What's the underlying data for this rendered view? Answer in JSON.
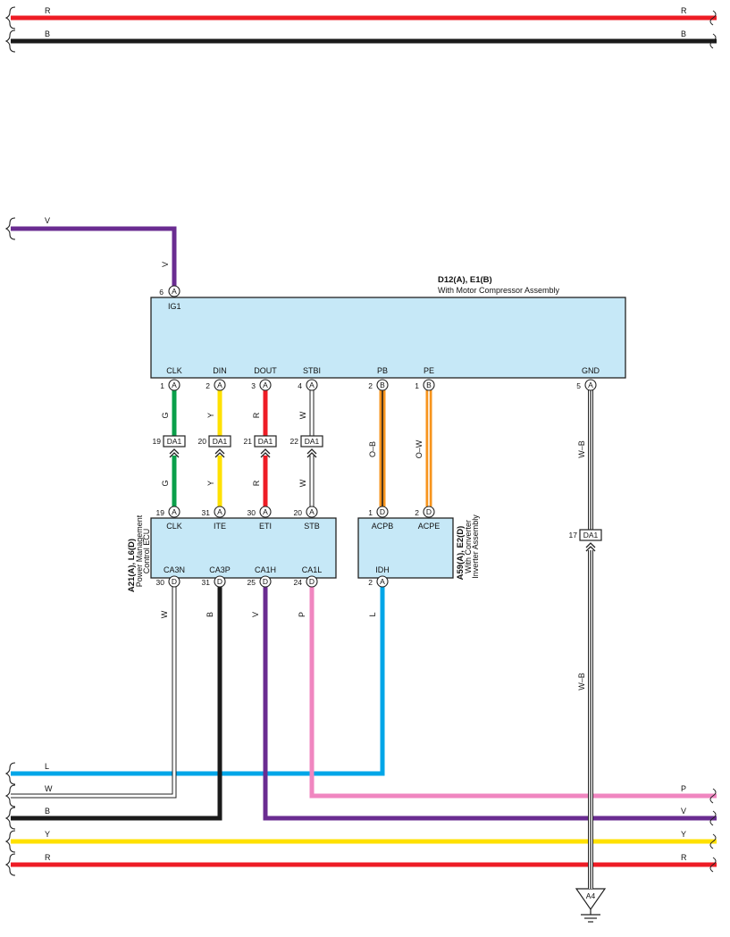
{
  "colors": {
    "R": "#ee1c25",
    "B": "#1a1a1a",
    "V": "#6a2c91",
    "G": "#0aa04a",
    "Y": "#ffe100",
    "W": "#ffffff",
    "L": "#00a6e8",
    "P": "#f086c0",
    "O": "#f7941d",
    "box": "#c6e8f7",
    "outline": "#222222"
  },
  "top_wires": [
    {
      "label_left": "R",
      "label_right": "R",
      "color": "R"
    },
    {
      "label_left": "B",
      "label_right": "B",
      "color": "B"
    }
  ],
  "ig1_wire": {
    "label_left": "V",
    "label_vertical": "V"
  },
  "compressor": {
    "title": "D12(A), E1(B)",
    "subtitle": "With Motor Compressor Assembly",
    "ig1": {
      "pin": "6",
      "conn": "A",
      "name": "IG1"
    },
    "pins": [
      {
        "name": "CLK",
        "pin": "1",
        "conn": "A"
      },
      {
        "name": "DIN",
        "pin": "2",
        "conn": "A"
      },
      {
        "name": "DOUT",
        "pin": "3",
        "conn": "A"
      },
      {
        "name": "STBI",
        "pin": "4",
        "conn": "A"
      },
      {
        "name": "PB",
        "pin": "2",
        "conn": "B"
      },
      {
        "name": "PE",
        "pin": "1",
        "conn": "B"
      },
      {
        "name": "GND",
        "pin": "5",
        "conn": "A"
      }
    ]
  },
  "junctions": [
    {
      "pin": "19",
      "label": "DA1",
      "wire_top": "G",
      "wire_bottom": "G"
    },
    {
      "pin": "20",
      "label": "DA1",
      "wire_top": "Y",
      "wire_bottom": "Y"
    },
    {
      "pin": "21",
      "label": "DA1",
      "wire_top": "R",
      "wire_bottom": "R"
    },
    {
      "pin": "22",
      "label": "DA1",
      "wire_top": "W",
      "wire_bottom": "W"
    }
  ],
  "pb_wire": "O–B",
  "pe_wire": "O–W",
  "gnd_junction": {
    "pin": "17",
    "label": "DA1",
    "wire_top": "W–B",
    "wire_bottom": "W–B"
  },
  "ground": {
    "label": "A4"
  },
  "ecu": {
    "title": "A21(A), L6(D)",
    "line1": "Power Management",
    "line2": "Control ECU",
    "top_pins": [
      {
        "name": "CLK",
        "pin": "19",
        "conn": "A"
      },
      {
        "name": "ITE",
        "pin": "31",
        "conn": "A"
      },
      {
        "name": "ETI",
        "pin": "30",
        "conn": "A"
      },
      {
        "name": "STB",
        "pin": "20",
        "conn": "A"
      }
    ],
    "bottom_pins": [
      {
        "name": "CA3N",
        "pin": "30",
        "conn": "D",
        "wire": "W"
      },
      {
        "name": "CA3P",
        "pin": "31",
        "conn": "D",
        "wire": "B"
      },
      {
        "name": "CA1H",
        "pin": "25",
        "conn": "D",
        "wire": "V"
      },
      {
        "name": "CA1L",
        "pin": "24",
        "conn": "D",
        "wire": "P"
      }
    ]
  },
  "inverter": {
    "title": "A59(A), E2(D)",
    "line1": "With Converter",
    "line2": "Inverter Assembly",
    "top_pins": [
      {
        "name": "ACPB",
        "pin": "1",
        "conn": "D"
      },
      {
        "name": "ACPE",
        "pin": "2",
        "conn": "D"
      }
    ],
    "bottom_pins": [
      {
        "name": "IDH",
        "pin": "2",
        "conn": "A",
        "wire": "L"
      }
    ]
  },
  "bottom_bus": [
    {
      "label_left": "L",
      "label_right": "",
      "color": "L"
    },
    {
      "label_left": "W",
      "label_right": "",
      "color": "W"
    },
    {
      "label_left": "B",
      "label_right": "",
      "color": "B"
    },
    {
      "label_left": "",
      "label_right": "P",
      "color": "P"
    },
    {
      "label_left": "",
      "label_right": "V",
      "color": "V"
    },
    {
      "label_left": "Y",
      "label_right": "Y",
      "color": "Y"
    },
    {
      "label_left": "R",
      "label_right": "R",
      "color": "R"
    }
  ]
}
